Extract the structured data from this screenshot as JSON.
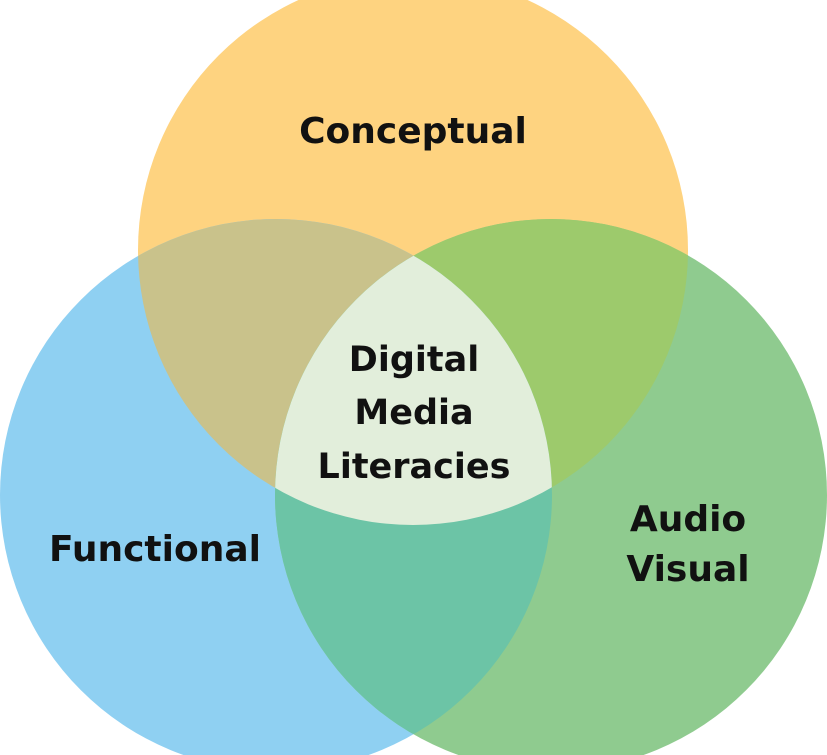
{
  "diagram": {
    "type": "venn",
    "sets": [
      {
        "id": "conceptual",
        "lines": [
          "Conceptual"
        ],
        "color": "#FED380"
      },
      {
        "id": "functional",
        "lines": [
          "Functional"
        ],
        "color": "#8FD0F2"
      },
      {
        "id": "audiovisual",
        "lines": [
          "Audio",
          "Visual"
        ],
        "color": "#8FCB8F"
      }
    ],
    "overlaps": {
      "conceptual_functional": "#C9C28B",
      "conceptual_audiovisual": "#9DCA6C",
      "functional_audiovisual": "#6CC4A6"
    },
    "center": {
      "lines": [
        "Digital",
        "Media",
        "Literacies"
      ],
      "color": "#E2EEDB"
    }
  }
}
